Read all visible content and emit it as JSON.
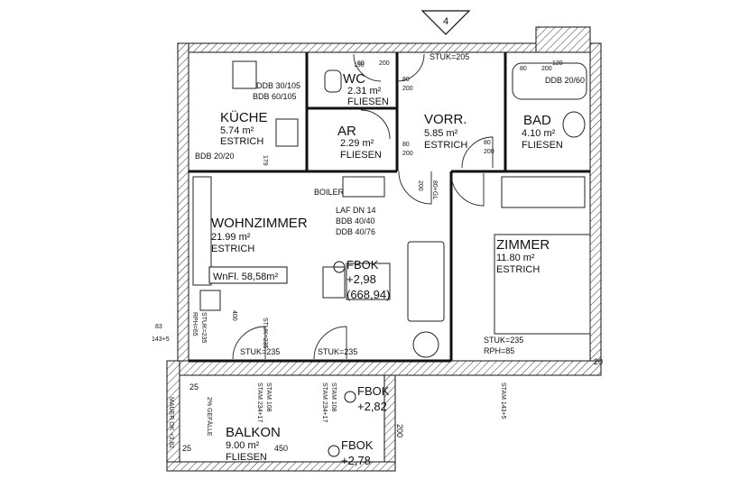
{
  "north_marker": "4",
  "rooms": {
    "wc": {
      "name": "WC",
      "area": "2.31 m²",
      "floor": "FLIESEN"
    },
    "kueche": {
      "name": "KÜCHE",
      "area": "5.74 m²",
      "floor": "ESTRICH"
    },
    "ar": {
      "name": "AR",
      "area": "2.29 m²",
      "floor": "FLIESEN"
    },
    "vorr": {
      "name": "VORR.",
      "area": "5.85 m²",
      "floor": "ESTRICH"
    },
    "bad": {
      "name": "BAD",
      "area": "4.10 m²",
      "floor": "FLIESEN"
    },
    "wohn": {
      "name": "WOHNZIMMER",
      "area": "21.99 m²",
      "floor": "ESTRICH"
    },
    "zimmer": {
      "name": "ZIMMER",
      "area": "11.80 m²",
      "floor": "ESTRICH"
    },
    "balkon": {
      "name": "BALKON",
      "area": "9.00 m²",
      "floor": "FLIESEN"
    }
  },
  "living_area": "WnFl. 58,58m²",
  "levels": {
    "fbok_label": "FBOK",
    "main": "+2,98",
    "main_abs": "(668,94)",
    "balkon_1": "+2,82",
    "balkon_2": "+2,78"
  },
  "notes": {
    "ddb_kueche": "DDB 30/105",
    "bdb_kueche": "BDB 60/105",
    "bdb_20": "BDB 20/20",
    "ddb_bad": "DDB 20/60",
    "boiler": "BOILER",
    "laf": "LAF DN 14",
    "bdb_40": "BDB 40/40",
    "ddb_40": "DDB 40/76",
    "stuk_205": "STUK=205",
    "stuk_235_a": "STUK=235",
    "stuk_235_b": "STUK=235",
    "stuk_235_c": "STUK=235",
    "stuk_rph": "STUK=235",
    "rph_65": "RPH=65",
    "rph_85": "RPH=85",
    "stuk_zimmer": "STUK=235",
    "stam_108_a": "STAM 108",
    "stam_234_a": "STAM 234+17",
    "stam_108_b": "STAM 108",
    "stam_234_b": "STAM 234+17",
    "stam_143": "STAM 143+5",
    "gefaelle": "2% GEFÄLLE",
    "mauer": "MAUER OK +3,82",
    "dim_83": "83",
    "dim_143": "143+5",
    "dim_25_a": "25",
    "dim_25_b": "25",
    "dim_200": "200",
    "dim_450": "450",
    "dim_20": "20",
    "d80_a": "80",
    "d200_a": "200",
    "d80_b": "80",
    "d200_b": "200",
    "d80_c": "80",
    "d200_c": "200",
    "d80_d": "80",
    "d200_d": "200",
    "d80_e": "80",
    "d200_e": "200",
    "d80_gl": "80+GL",
    "d200_gl": "200",
    "d400": "400",
    "d150": "150",
    "d120": "120",
    "d179": "179"
  }
}
